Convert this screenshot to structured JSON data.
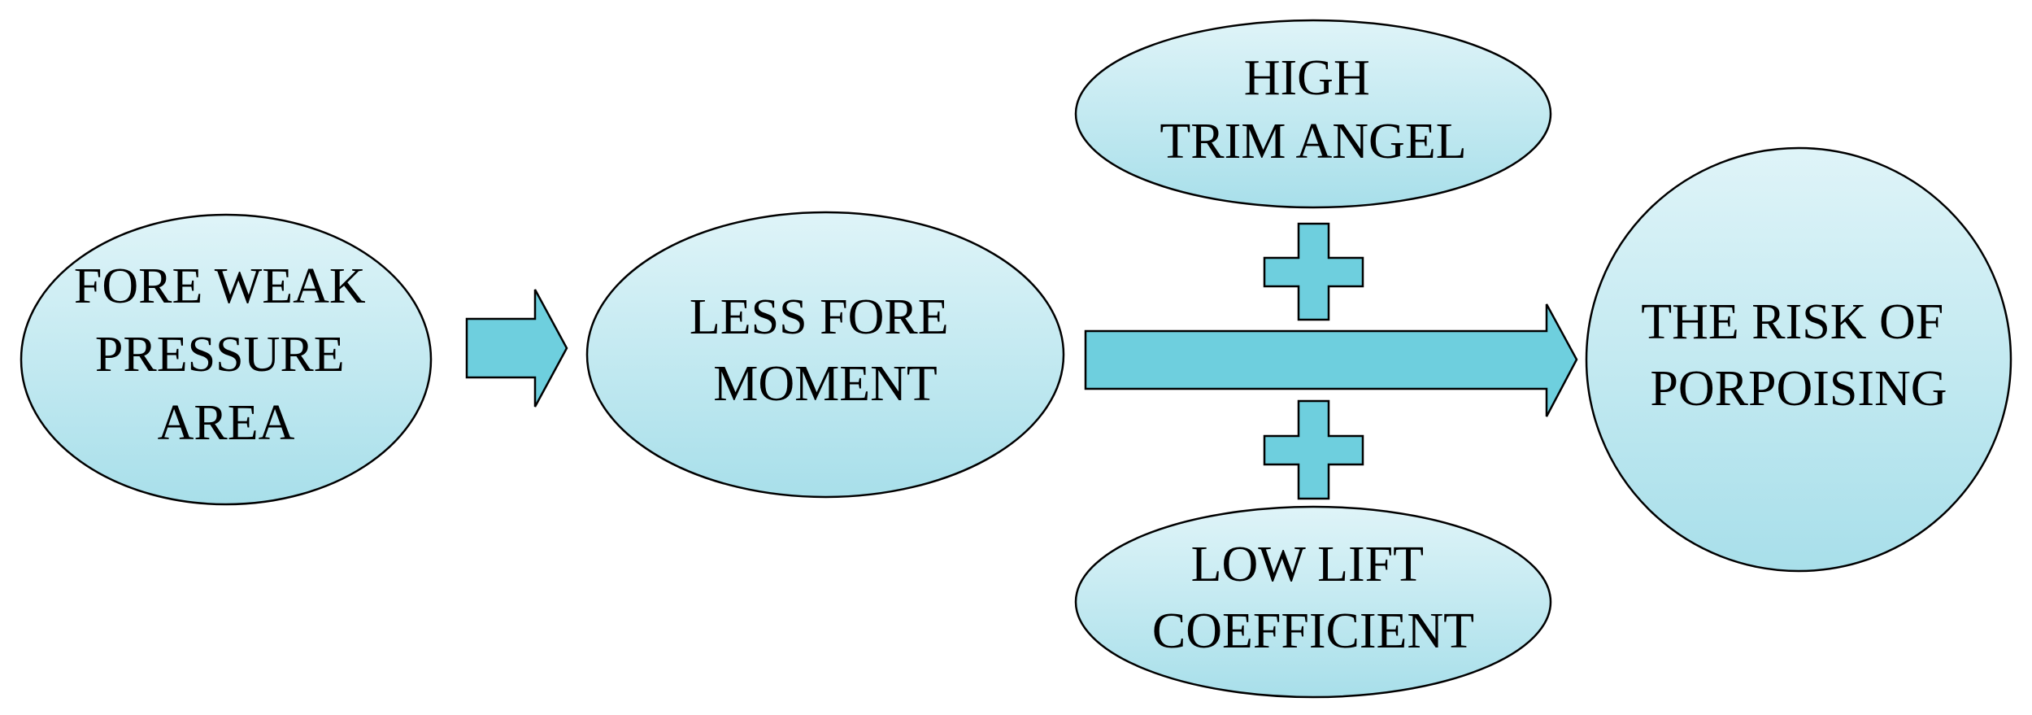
{
  "colors": {
    "fill_light": "#dff4f8",
    "fill_dark": "#a8dfea",
    "arrow": "#6ecfde",
    "outline": "#000000"
  },
  "nodes": {
    "fore_weak_pressure_area": {
      "lines": [
        "FORE WEAK",
        "PRESSURE",
        "AREA"
      ]
    },
    "less_fore_moment": {
      "lines": [
        "LESS FORE",
        "MOMENT"
      ]
    },
    "high_trim_angel": {
      "lines": [
        "HIGH",
        "TRIM ANGEL"
      ]
    },
    "low_lift_coefficient": {
      "lines": [
        "LOW LIFT",
        "COEFFICIENT"
      ]
    },
    "risk_of_porpoising": {
      "lines": [
        "THE RISK OF",
        "PORPOISING"
      ]
    }
  },
  "connectors": {
    "arrow_1": "block-arrow-right",
    "arrow_2": "block-arrow-right",
    "plus_top": "plus-icon",
    "plus_bottom": "plus-icon"
  }
}
